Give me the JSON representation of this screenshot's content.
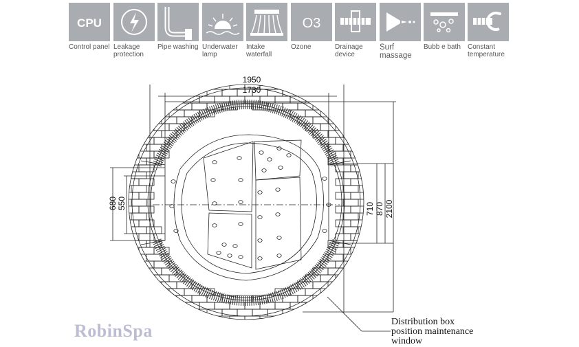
{
  "features": [
    {
      "label": "Control panel",
      "icon": "cpu-icon",
      "tile_text": "CPU"
    },
    {
      "label": "Leakage\nprotection",
      "icon": "lightning-icon"
    },
    {
      "label": "Pipe washing",
      "icon": "pipe-icon"
    },
    {
      "label": "Underwater\nlamp",
      "icon": "sun-lamp-icon"
    },
    {
      "label": "Intake waterfall",
      "icon": "waterfall-icon"
    },
    {
      "label": "Ozone",
      "icon": "ozone-icon",
      "tile_text": "O3"
    },
    {
      "label": "Drainage\ndevice",
      "icon": "drain-icon"
    },
    {
      "label": "Surf\nmassage",
      "icon": "surf-icon"
    },
    {
      "label": "Bubb e bath",
      "icon": "bubble-icon"
    },
    {
      "label": "Constant\ntemperature",
      "icon": "thermostat-icon"
    }
  ],
  "dimensions": {
    "top_outer": "1950",
    "top_inner": "1730",
    "left_outer": "680",
    "left_inner": "550",
    "right_a": "710",
    "right_b": "870",
    "right_c": "2100"
  },
  "note": "Distribution box\nposition maintenance\nwindow",
  "brand": "RobinSpa",
  "colors": {
    "tile": "#a9acb0",
    "line": "#222222",
    "brand": "#bcbcd2"
  }
}
